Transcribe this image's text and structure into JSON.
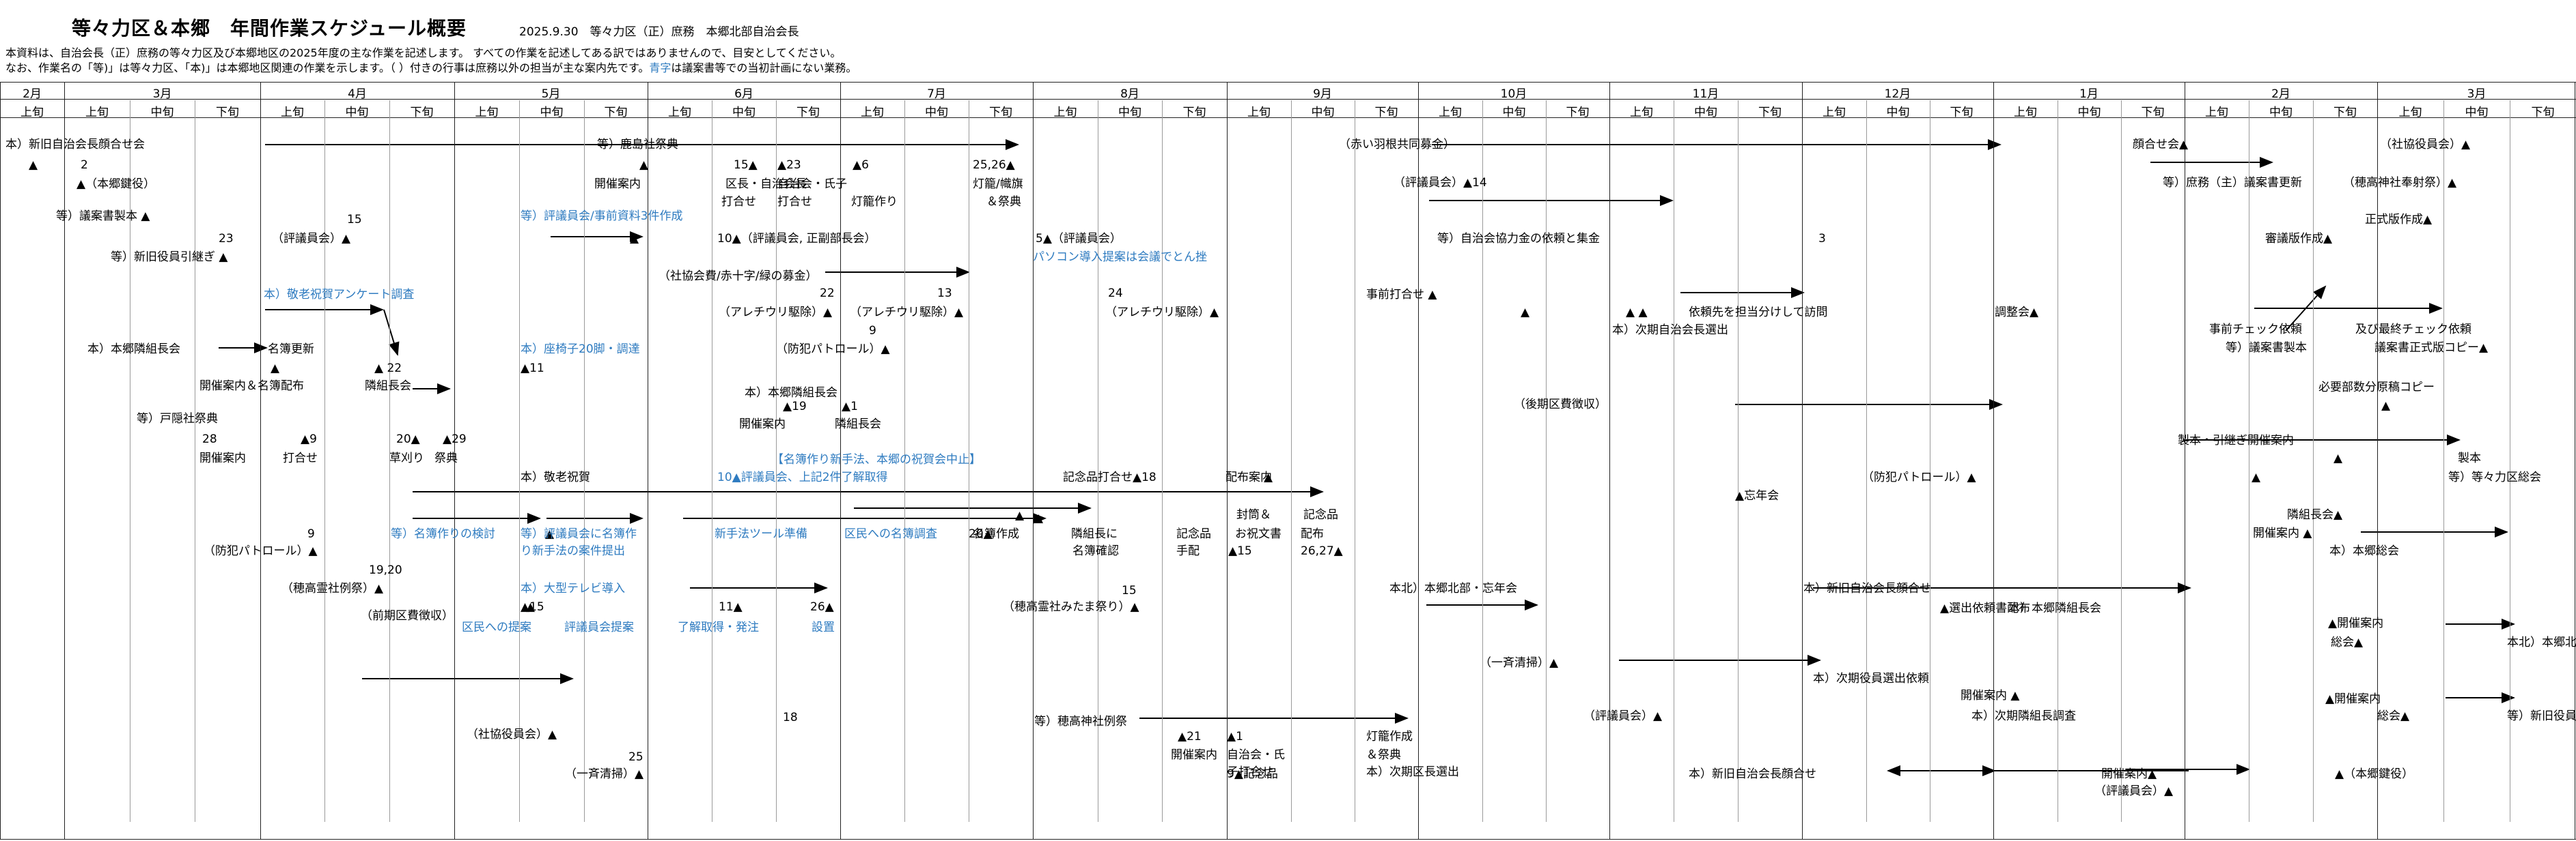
{
  "header": {
    "title": "等々力区＆本郷　年間作業スケジュール概要",
    "meta": "2025.9.30　等々力区（正）庶務　本郷北部自治会長",
    "note1_a": "本資料は、自治会長（正）庶務の等々力区及び本郷地区の2025年度の主な作業を記述します。 すべての作業を記述してある訳ではありませんので、目安としてください。",
    "note2_a": "なお、作業名の「等)」は等々力区、「本)」は本郷地区関連の作業を示します。（ ）付きの行事は庶務以外の担当が主な案内先です。",
    "note2_blue": "青字",
    "note2_b": "は議案書等での当初計画にない業務。"
  },
  "months": [
    "2月",
    "3月",
    "4月",
    "5月",
    "6月",
    "7月",
    "8月",
    "9月",
    "10月",
    "11月",
    "12月",
    "1月",
    "2月",
    "3月"
  ],
  "subheads": [
    "上旬",
    "上旬",
    "中旬",
    "下旬",
    "上旬",
    "中旬",
    "下旬",
    "上旬",
    "中旬",
    "下旬",
    "上旬",
    "中旬",
    "下旬",
    "上旬",
    "中旬",
    "下旬",
    "上旬",
    "中旬",
    "下旬",
    "上旬",
    "中旬",
    "下旬",
    "上旬",
    "中旬",
    "下旬",
    "上旬",
    "中旬",
    "下旬",
    "上旬",
    "中旬",
    "下旬",
    "上旬",
    "中旬",
    "下旬",
    "上旬",
    "中旬",
    "下旬",
    "上旬",
    "中旬",
    "下旬"
  ],
  "events": [
    {
      "t": "本）新旧自治会長顔合せ会"
    },
    {
      "t": "▲"
    },
    {
      "t": "2"
    },
    {
      "t": "▲（本郷鍵役）"
    },
    {
      "t": "等）議案書製本 ▲"
    },
    {
      "t": "23"
    },
    {
      "t": "等）新旧役員引継ぎ ▲"
    },
    {
      "t": "15"
    },
    {
      "t": "（評議員会）▲"
    },
    {
      "t": "本）敬老祝賀アンケート調査",
      "c": "b"
    },
    {
      "t": "本）本郷隣組長会"
    },
    {
      "t": "名簿更新"
    },
    {
      "t": "▲"
    },
    {
      "t": "▲ 22"
    },
    {
      "t": "開催案内＆名簿配布"
    },
    {
      "t": "隣組長会"
    },
    {
      "t": "等）戸隠社祭典"
    },
    {
      "t": "28"
    },
    {
      "t": "▲9"
    },
    {
      "t": "20▲"
    },
    {
      "t": "▲29"
    },
    {
      "t": "開催案内"
    },
    {
      "t": "打合せ"
    },
    {
      "t": "草刈り"
    },
    {
      "t": "祭典"
    },
    {
      "t": "9"
    },
    {
      "t": "（防犯パトロール）▲"
    },
    {
      "t": "19,20"
    },
    {
      "t": "（穂高霊社例祭）▲"
    },
    {
      "t": "（前期区費徴収）"
    },
    {
      "t": "18"
    },
    {
      "t": "（社協役員会）▲"
    },
    {
      "t": "25"
    },
    {
      "t": "（一斉清掃）▲"
    },
    {
      "t": "等）鹿島社祭典"
    },
    {
      "t": "▲"
    },
    {
      "t": "開催案内"
    },
    {
      "t": "等）評議員会/事前資料3件作成",
      "c": "b"
    },
    {
      "t": "▲"
    },
    {
      "t": "本）座椅子20脚・調達",
      "c": "b"
    },
    {
      "t": "▲11"
    },
    {
      "t": "本）敬老祝賀"
    },
    {
      "t": "等）名簿作りの検討",
      "c": "b"
    },
    {
      "t": "▲"
    },
    {
      "t": "等）評議員会に名簿作",
      "c": "b"
    },
    {
      "t": "り新手法の案件提出",
      "c": "b"
    },
    {
      "t": "本）大型テレビ導入",
      "c": "b"
    },
    {
      "t": "▲15"
    },
    {
      "t": "▲"
    },
    {
      "t": "区民への提案",
      "c": "b"
    },
    {
      "t": "評議員会提案",
      "c": "b"
    },
    {
      "t": "15▲"
    },
    {
      "t": "▲23"
    },
    {
      "t": "▲6"
    },
    {
      "t": "区長・自治会長"
    },
    {
      "t": "自治会・氏子"
    },
    {
      "t": "打合せ"
    },
    {
      "t": "打合せ"
    },
    {
      "t": "灯籠作り"
    },
    {
      "t": "25,26▲"
    },
    {
      "t": "灯籠/幟旗"
    },
    {
      "t": "＆祭典"
    },
    {
      "t": "10▲（評議員会, 正副部長会）"
    },
    {
      "t": "（社協会費/赤十字/緑の募金）"
    },
    {
      "t": "22"
    },
    {
      "t": "13"
    },
    {
      "t": "（アレチウリ駆除）▲"
    },
    {
      "t": "（アレチウリ駆除）▲"
    },
    {
      "t": "9"
    },
    {
      "t": "（防犯パトロール）▲"
    },
    {
      "t": "本）本郷隣組長会"
    },
    {
      "t": "▲19"
    },
    {
      "t": "▲1"
    },
    {
      "t": "開催案内"
    },
    {
      "t": "隣組長会"
    },
    {
      "t": "【名簿作り新手法、本郷の祝賀会中止】",
      "c": "b"
    },
    {
      "t": "10▲評議員会、上記2件了解取得",
      "c": "b"
    },
    {
      "t": "新手法ツール準備",
      "c": "b"
    },
    {
      "t": "区民への名簿調査",
      "c": "b"
    },
    {
      "t": "20▲"
    },
    {
      "t": "▲"
    },
    {
      "t": "名簿作成"
    },
    {
      "t": "11▲"
    },
    {
      "t": "26▲"
    },
    {
      "t": "了解取得・発注",
      "c": "b"
    },
    {
      "t": "設置",
      "c": "b"
    },
    {
      "t": "▲"
    },
    {
      "t": "5▲（評議員会）"
    },
    {
      "t": "パソコン導入提案は会議でとん挫",
      "c": "b"
    },
    {
      "t": "24"
    },
    {
      "t": "（アレチウリ駆除）▲"
    },
    {
      "t": "記念品打合せ▲18"
    },
    {
      "t": "隣組長に"
    },
    {
      "t": "名簿確認"
    },
    {
      "t": "15"
    },
    {
      "t": "（穂高霊社みたま祭り）▲"
    },
    {
      "t": "記念品"
    },
    {
      "t": "手配"
    },
    {
      "t": "等）穂高神社例祭"
    },
    {
      "t": "▲21"
    },
    {
      "t": "▲1"
    },
    {
      "t": "開催案内"
    },
    {
      "t": "自治会・氏"
    },
    {
      "t": "子打合せ"
    },
    {
      "t": "9▲記念品"
    },
    {
      "t": "配布案内"
    },
    {
      "t": "▲"
    },
    {
      "t": "封筒＆"
    },
    {
      "t": "お祝文書"
    },
    {
      "t": "▲15"
    },
    {
      "t": "記念品"
    },
    {
      "t": "配布"
    },
    {
      "t": "26,27▲"
    },
    {
      "t": "灯籠作成"
    },
    {
      "t": "＆祭典"
    },
    {
      "t": "本）次期区長選出"
    },
    {
      "t": "（赤い羽根共同募金）"
    },
    {
      "t": "（評議員会）▲14"
    },
    {
      "t": "等）自治会協力金の依頼と集金"
    },
    {
      "t": "事前打合せ ▲"
    },
    {
      "t": "▲"
    },
    {
      "t": "▲ ▲"
    },
    {
      "t": "依頼先を担当分けして訪問"
    },
    {
      "t": "本）次期自治会長選出"
    },
    {
      "t": "（後期区費徴収）"
    },
    {
      "t": "本北）本郷北部・忘年会"
    },
    {
      "t": "（一斉清掃）▲"
    },
    {
      "t": "（評議員会）▲"
    },
    {
      "t": "3"
    },
    {
      "t": "（防犯パトロール）▲"
    },
    {
      "t": "▲忘年会"
    },
    {
      "t": "本）次期役員選出依頼"
    },
    {
      "t": "本）新旧自治会長顔合せ"
    },
    {
      "t": "開催案内 ▲"
    },
    {
      "t": "本）次期隣組長調査"
    },
    {
      "t": "本）新旧自治会長顔合せ"
    },
    {
      "t": "顔合せ会▲"
    },
    {
      "t": "等）庶務（主）議案書更新"
    },
    {
      "t": "調整会▲"
    },
    {
      "t": "▲選出依頼書配布"
    },
    {
      "t": "本）本郷隣組長会"
    },
    {
      "t": "開催案内▲"
    },
    {
      "t": "（評議員会）▲"
    },
    {
      "t": "審議版作成▲"
    },
    {
      "t": "事前チェック依頼"
    },
    {
      "t": "等）議案書製本"
    },
    {
      "t": "製本・引継ぎ開催案内"
    },
    {
      "t": "▲"
    },
    {
      "t": "▲"
    },
    {
      "t": "隣組長会▲"
    },
    {
      "t": "▲（本郷鍵役）"
    },
    {
      "t": "（社協役員会）▲"
    },
    {
      "t": "（穂高神社奉射祭）▲"
    },
    {
      "t": "正式版作成▲"
    },
    {
      "t": "及び最終チェック依頼"
    },
    {
      "t": "議案書正式版コピー▲"
    },
    {
      "t": "必要部数分原稿コピー"
    },
    {
      "t": "▲"
    },
    {
      "t": "製本"
    },
    {
      "t": "等）等々力区総会"
    },
    {
      "t": "開催案内 ▲"
    },
    {
      "t": "本）本郷総会"
    },
    {
      "t": "▲開催案内"
    },
    {
      "t": "総会▲"
    },
    {
      "t": "本北）本郷北部総会"
    },
    {
      "t": "▲開催案内"
    },
    {
      "t": "総会▲"
    },
    {
      "t": "等）新旧役員引継ぎ ▲"
    }
  ]
}
